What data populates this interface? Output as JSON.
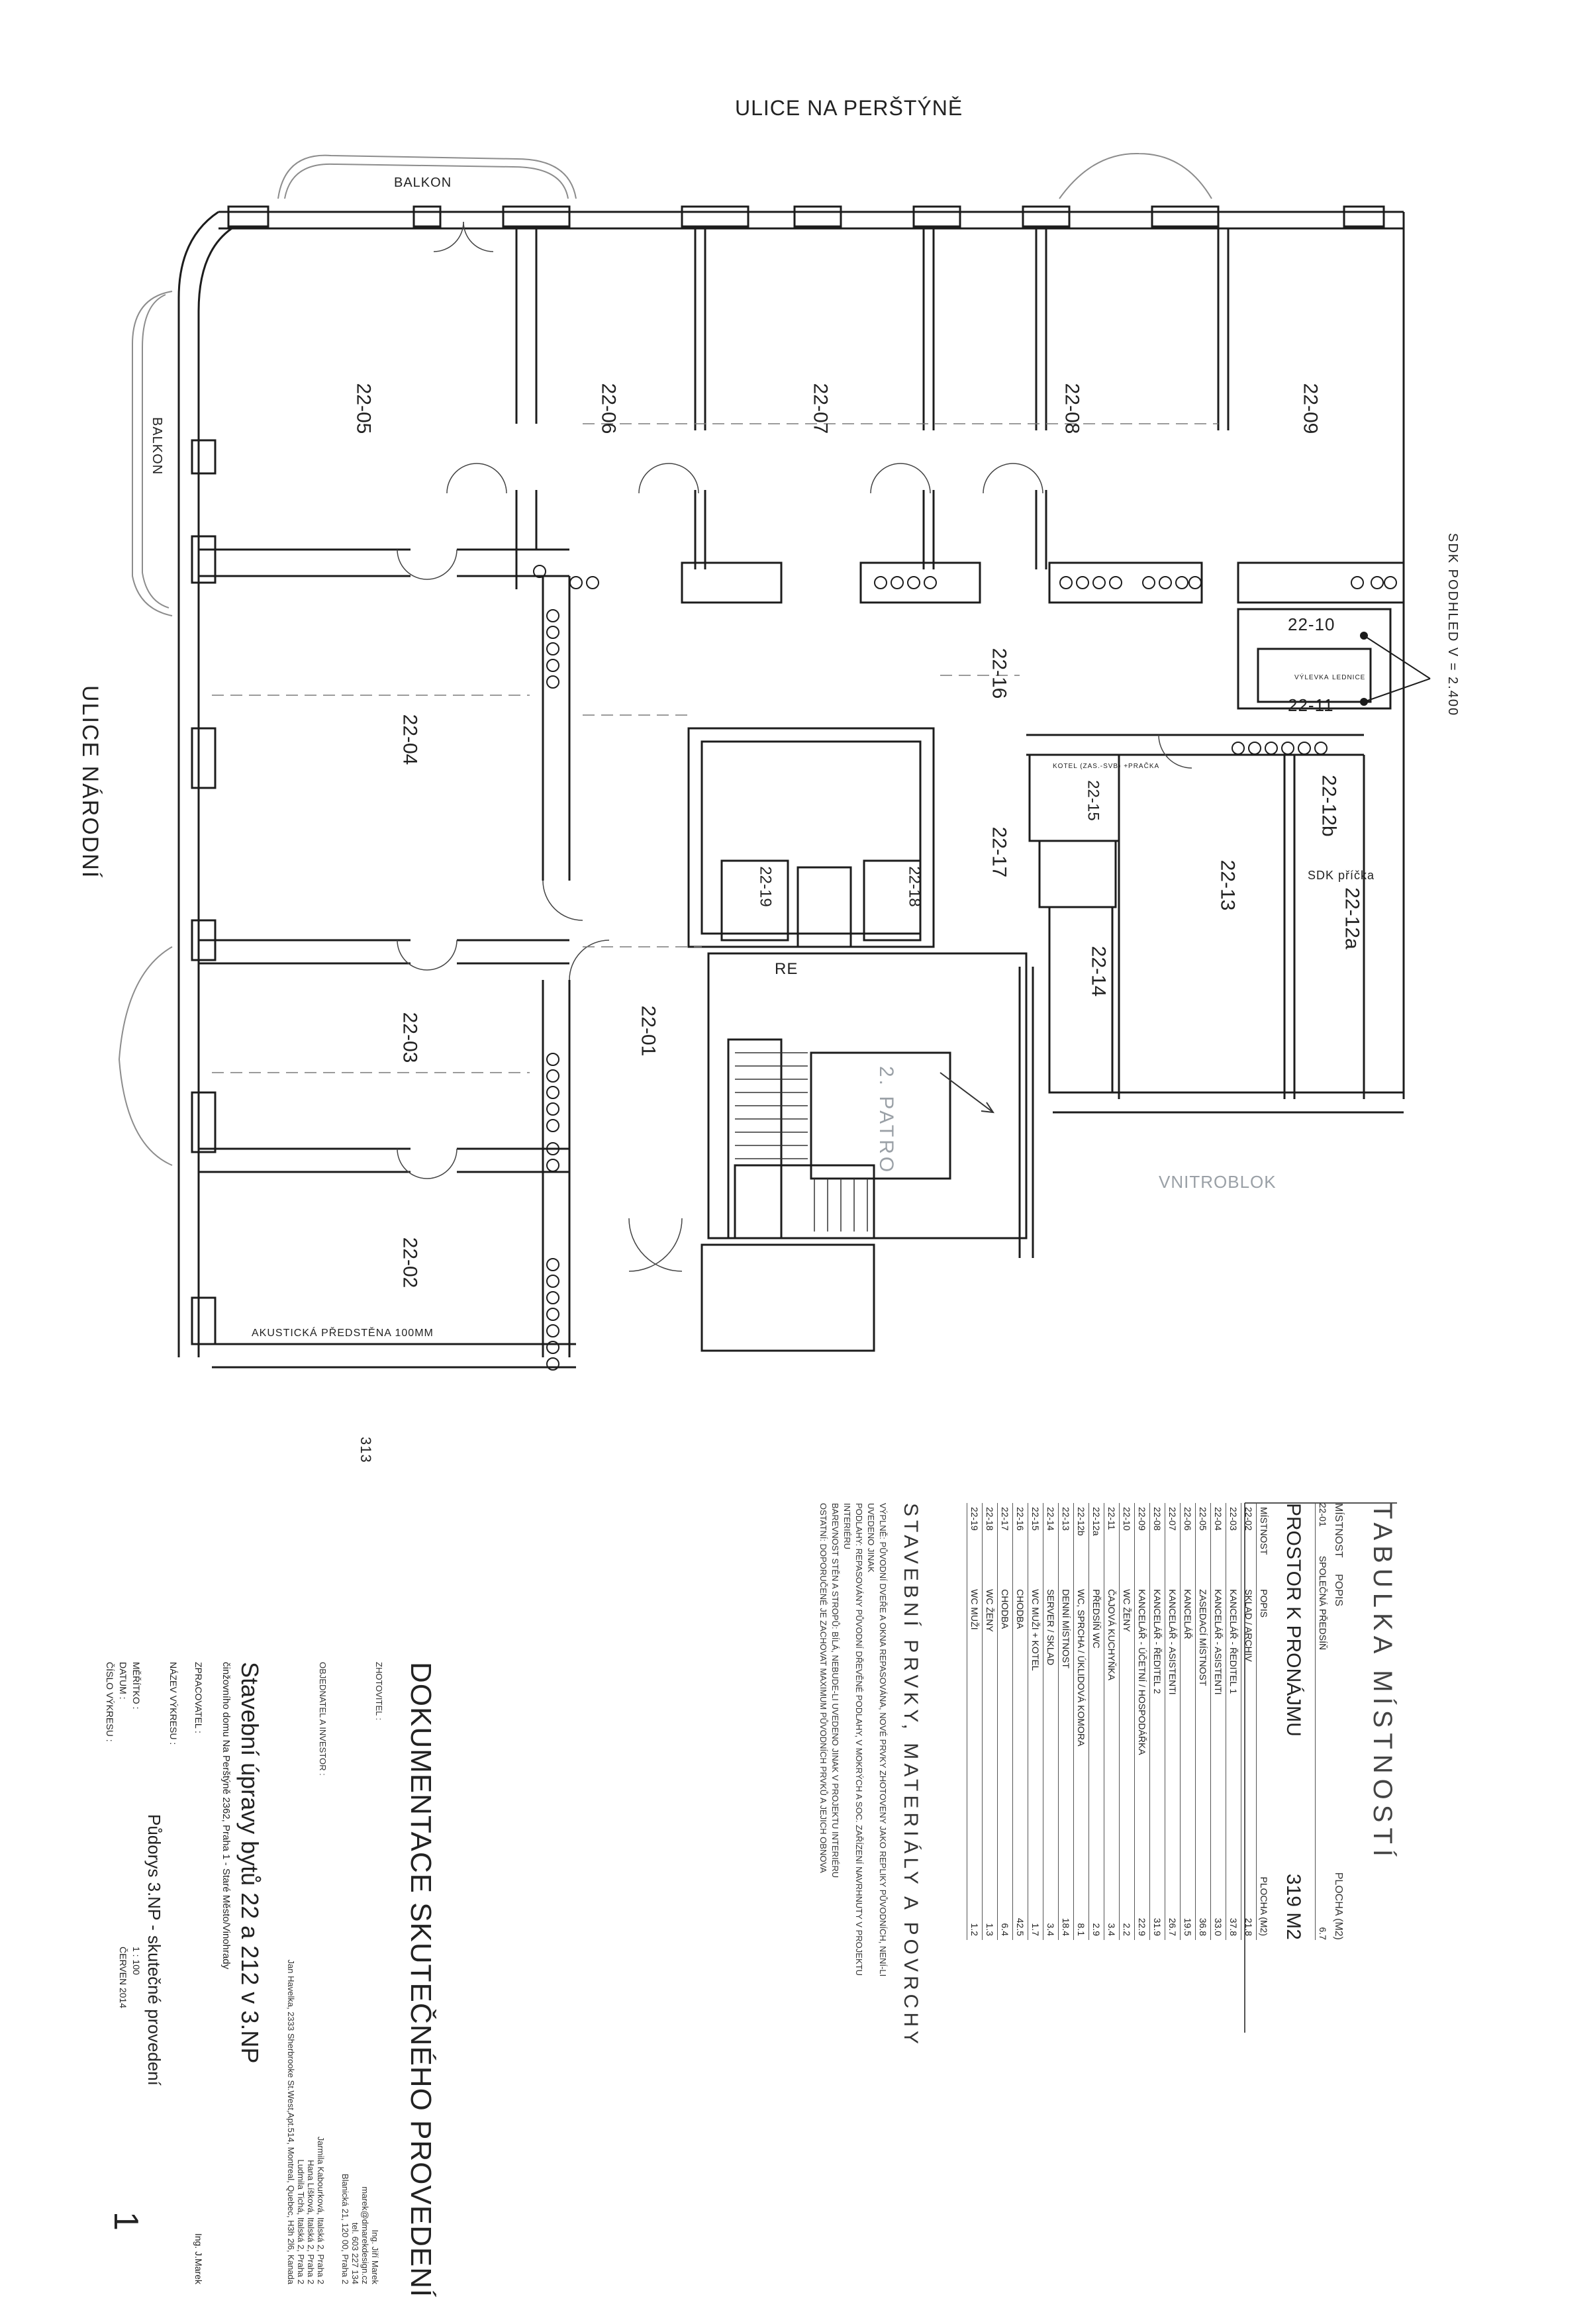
{
  "streets": {
    "top": "ULICE NA PERŠTÝNĚ",
    "left": "ULICE NÁRODNÍ",
    "courtyard": "VNITROBLOK"
  },
  "balconies": [
    "BALKON",
    "BALKON"
  ],
  "rooms": [
    {
      "id": "22-01"
    },
    {
      "id": "22-02"
    },
    {
      "id": "22-03"
    },
    {
      "id": "22-04"
    },
    {
      "id": "22-05"
    },
    {
      "id": "22-06"
    },
    {
      "id": "22-07"
    },
    {
      "id": "22-08"
    },
    {
      "id": "22-09"
    },
    {
      "id": "22-10"
    },
    {
      "id": "22-11"
    },
    {
      "id": "22-12a"
    },
    {
      "id": "22-12b"
    },
    {
      "id": "22-13"
    },
    {
      "id": "22-14"
    },
    {
      "id": "22-15"
    },
    {
      "id": "22-16"
    },
    {
      "id": "22-17"
    },
    {
      "id": "22-18"
    },
    {
      "id": "22-19"
    }
  ],
  "annotations": {
    "ceiling": "SDK PODHLED V = 2.400",
    "partition": "SDK příčka",
    "acoustic": "AKUSTICKÁ PŘEDSTĚNA 100MM",
    "stair": "2. PATRO",
    "re": "RE",
    "page_mark": "313",
    "sink": "VÝLEVKA",
    "fridge": "LEDNICE",
    "boiler": "KOTEL (ZAS.-SVB) +PRAČKA"
  },
  "room_table": {
    "title": "TABULKA MÍSTNOSTÍ",
    "head": {
      "col1": "MÍSTNOST",
      "col2": "POPIS",
      "col3": "PLOCHA (M2)"
    },
    "common": {
      "id": "22-01",
      "desc": "SPOLEČNÁ PŘEDSÍŇ",
      "area": "6.7"
    },
    "rent_title": "PROSTOR K PRONÁJMU",
    "rent_total": "319 M2",
    "rows": [
      {
        "id": "22-02",
        "desc": "SKLAD / ARCHIV",
        "area": "21.8"
      },
      {
        "id": "22-03",
        "desc": "KANCELÁŘ - ŘEDITEL 1",
        "area": "37.8"
      },
      {
        "id": "22-04",
        "desc": "KANCELÁŘ - ASISTENTI",
        "area": "33.0"
      },
      {
        "id": "22-05",
        "desc": "ZASEDACÍ MÍSTNOST",
        "area": "36.8"
      },
      {
        "id": "22-06",
        "desc": "KANCELÁŘ",
        "area": "19.5"
      },
      {
        "id": "22-07",
        "desc": "KANCELÁŘ - ASISTENTI",
        "area": "26.7"
      },
      {
        "id": "22-08",
        "desc": "KANCELÁŘ - ŘEDITEL 2",
        "area": "31.9"
      },
      {
        "id": "22-09",
        "desc": "KANCELÁŘ - ÚČETNÍ / HOSPODÁŘKA",
        "area": "22.9"
      },
      {
        "id": "22-10",
        "desc": "WC ŽENY",
        "area": "2.2"
      },
      {
        "id": "22-11",
        "desc": "ČAJOVÁ KUCHYŇKA",
        "area": "3.4"
      },
      {
        "id": "22-12a",
        "desc": "PŘEDSÍŇ WC",
        "area": "2.9"
      },
      {
        "id": "22-12b",
        "desc": "WC, SPRCHA / ÚKLIDOVÁ KOMORA",
        "area": "8.1"
      },
      {
        "id": "22-13",
        "desc": "DENNÍ MÍSTNOST",
        "area": "18.4"
      },
      {
        "id": "22-14",
        "desc": "SERVER / SKLAD",
        "area": "3.4"
      },
      {
        "id": "22-15",
        "desc": "WC MUŽI + KOTEL",
        "area": "1.7"
      },
      {
        "id": "22-16",
        "desc": "CHODBA",
        "area": "42.5"
      },
      {
        "id": "22-17",
        "desc": "CHODBA",
        "area": "6.4"
      },
      {
        "id": "22-18",
        "desc": "WC ŽENY",
        "area": "1.3"
      },
      {
        "id": "22-19",
        "desc": "WC MUŽI",
        "area": "1.2"
      }
    ]
  },
  "materials": {
    "title": "STAVEBNÍ PRVKY, MATERIÁLY A POVRCHY",
    "lines": [
      "VÝPLNĚ: PŮVODNÍ DVEŘE A OKNA REPASOVÁNA, NOVÉ PRVKY ZHOTOVENY JAKO REPLIKY PŮVODNÍCH, NENÍ-LI UVEDENO JINAK",
      "PODLAHY: REPASOVÁNY PŮVODNÍ DŘEVĚNÉ PODLAHY, V MOKRÝCH A SOC. ZAŘÍZENÍ NAVRHNUTY V PROJEKTU INTERIÉRU",
      "BAREVNOST STĚN A STROPŮ: BÍLÁ, NEBUDE-LI UVEDENO JINAK V PROJEKTU INTERIÉRU",
      "OSTATNÍ: DOPORUČENÉ JE ZACHOVAT MAXIMUM PŮVODNÍCH PRVKŮ A JEJICH OBNOVA"
    ]
  },
  "title_block": {
    "heading": "DOKUMENTACE SKUTEČNÉHO PROVEDENÍ",
    "author_label": "ZHOTOVITEL :",
    "author": [
      "Ing. Jiří Marek",
      "marek@dmarekdesign.cz",
      "tel. 603 227 134",
      "Blanická 21, 120 00, Praha 2"
    ],
    "client_label": "OBJEDNATEL A INVESTOR :",
    "clients": [
      "Jarmila Kabourková, Italská 2, Praha 2",
      "Hana Líšková, Italská 2, Praha 2",
      "Ludmila Tichá, Italská 2, Praha 2",
      "Jan Havelka, 2333 Sherbrooke St.West,Apt.514, Montreal, Quebec, H3h 2l6, Kanada"
    ],
    "project": "Stavební úpravy bytů 22 a 212 v 3.NP",
    "project_sub": "činžovního domu Na Perštýně 2362, Praha 1 - Staré Město/Vinohrady",
    "drawn_label": "ZPRACOVATEL :",
    "drawn_by": "Ing. J.Marek",
    "drawing_label": "NÁZEV VÝKRESU :",
    "drawing": "Půdorys 3.NP - skutečné provedení",
    "scale_label": "MĚŘÍTKO :",
    "scale": "1 : 100",
    "date_label": "DATUM :",
    "date": "ČERVEN 2014",
    "number_label": "ČÍSLO VÝKRESU :",
    "number": "1"
  },
  "colors": {
    "line": "#1c1c1c",
    "thin": "#555555",
    "dash": "#7a7a7a",
    "faint": "#b8bcc0"
  }
}
